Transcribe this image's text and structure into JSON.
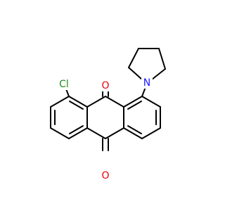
{
  "colors": {
    "background": "#ffffff",
    "bond": "#000000",
    "Cl": "#1e8c1e",
    "O": "#e8000b",
    "N": "#1a1aff"
  },
  "atoms": [
    {
      "id": "Cl",
      "label": "Cl",
      "element": "Cl"
    },
    {
      "id": "O_top",
      "label": "O",
      "element": "O"
    },
    {
      "id": "O_bottom",
      "label": "O",
      "element": "O"
    },
    {
      "id": "N",
      "label": "N",
      "element": "N"
    }
  ]
}
